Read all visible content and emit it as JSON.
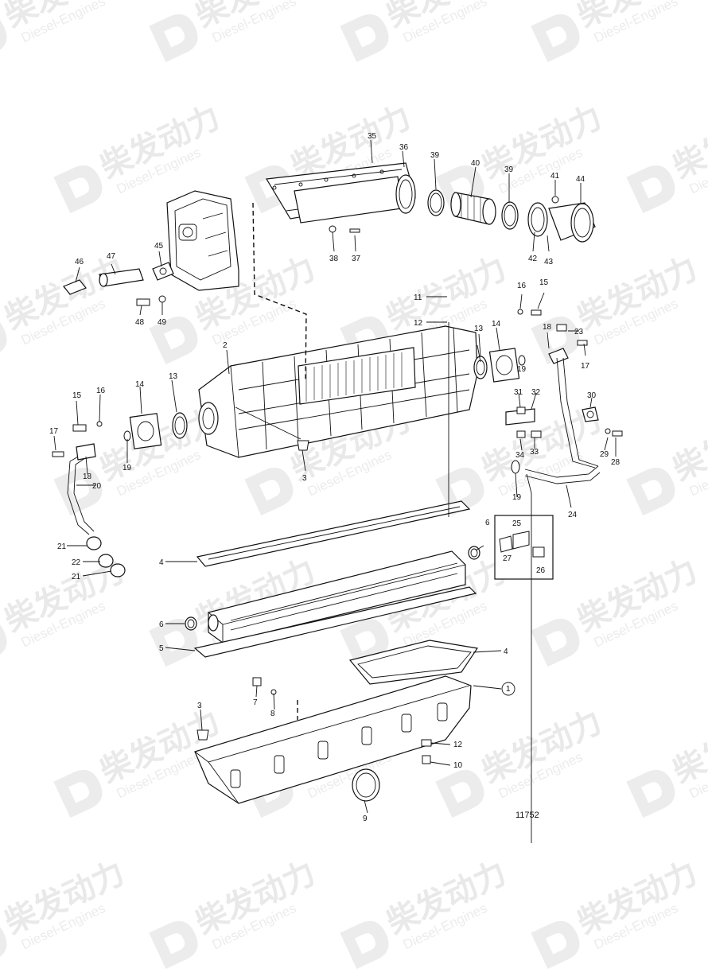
{
  "watermark": {
    "brand_cn": "柴发动力",
    "brand_en": "Diesel-Engines"
  },
  "figure": {
    "reference_number": "11752"
  },
  "callouts": [
    "1",
    "2",
    "3",
    "3",
    "4",
    "4",
    "4",
    "5",
    "6",
    "6",
    "7",
    "8",
    "9",
    "10",
    "11",
    "12",
    "12",
    "13",
    "13",
    "14",
    "14",
    "15",
    "15",
    "16",
    "16",
    "17",
    "17",
    "18",
    "18",
    "19",
    "19",
    "19",
    "20",
    "21",
    "21",
    "22",
    "23",
    "24",
    "25",
    "26",
    "27",
    "28",
    "29",
    "30",
    "31",
    "32",
    "33",
    "34",
    "35",
    "36",
    "37",
    "38",
    "39",
    "39",
    "40",
    "41",
    "42",
    "43",
    "44",
    "45",
    "46",
    "47",
    "48",
    "49"
  ]
}
